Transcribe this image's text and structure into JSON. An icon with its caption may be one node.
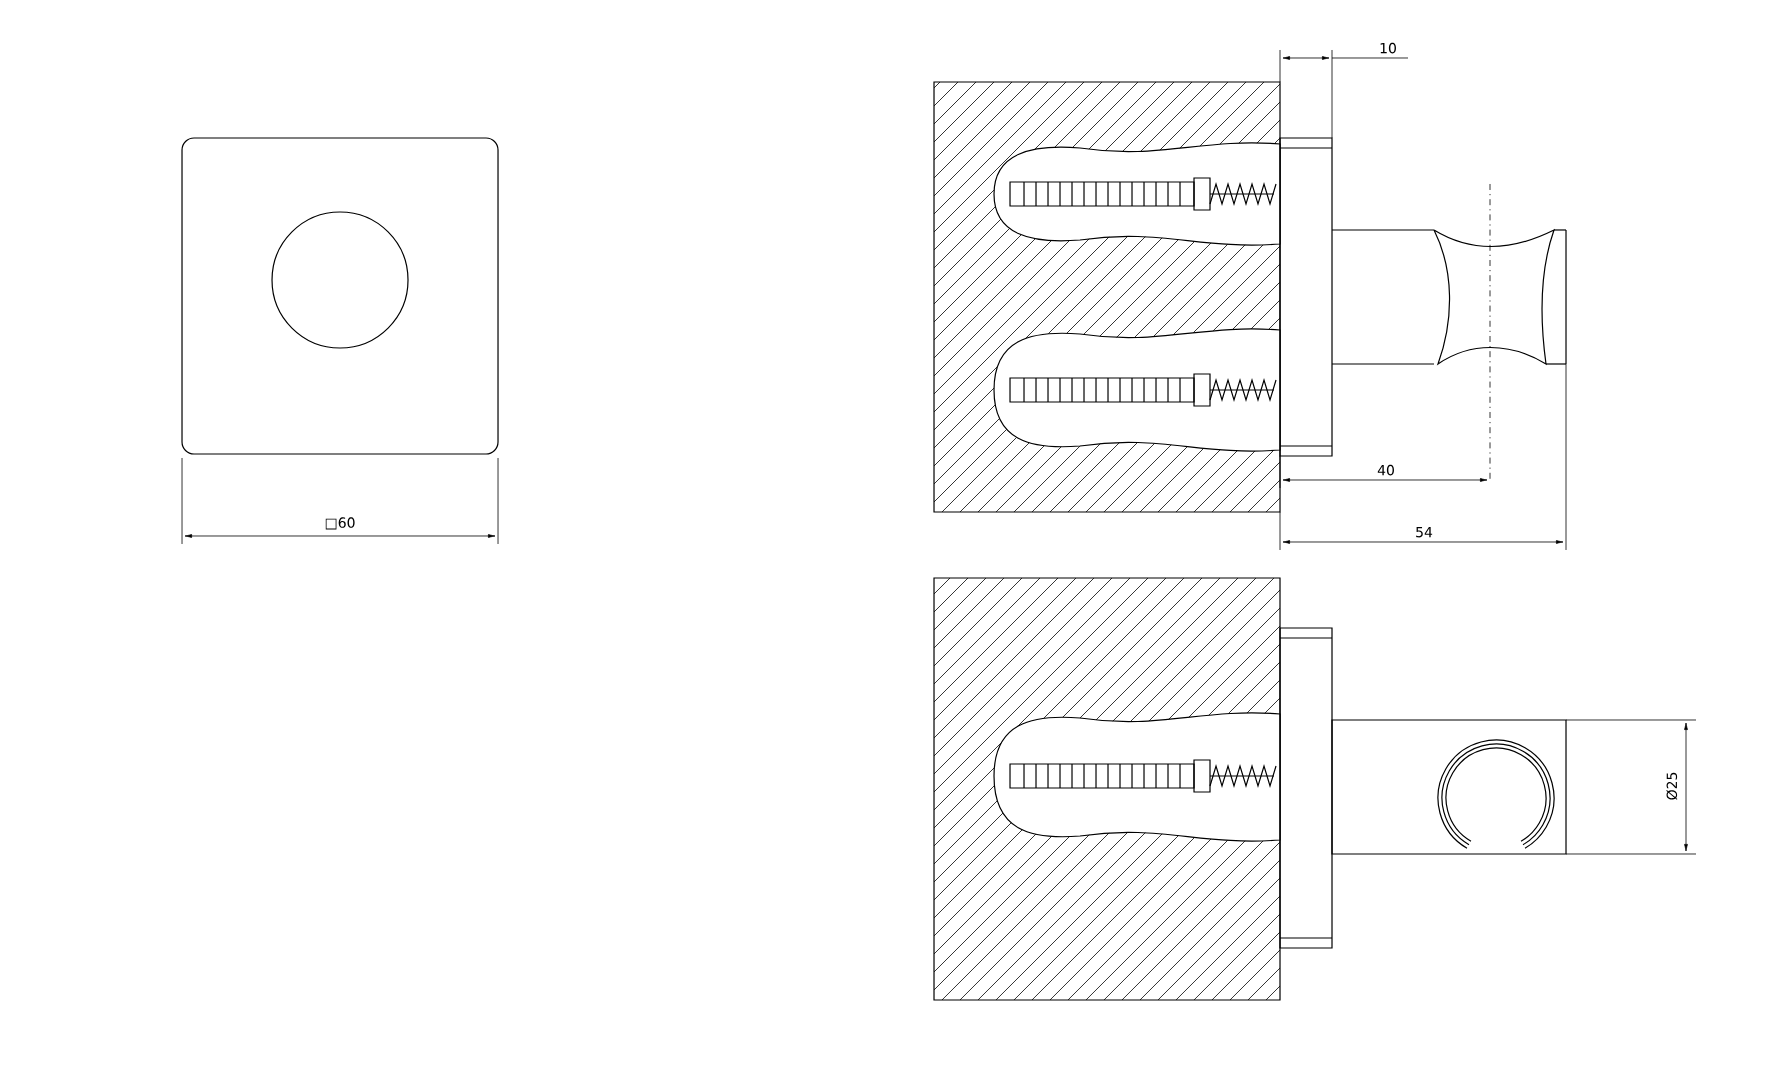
{
  "diagram": {
    "labels": [
      "□60",
      "10",
      "40",
      "54",
      "Ø25"
    ]
  }
}
